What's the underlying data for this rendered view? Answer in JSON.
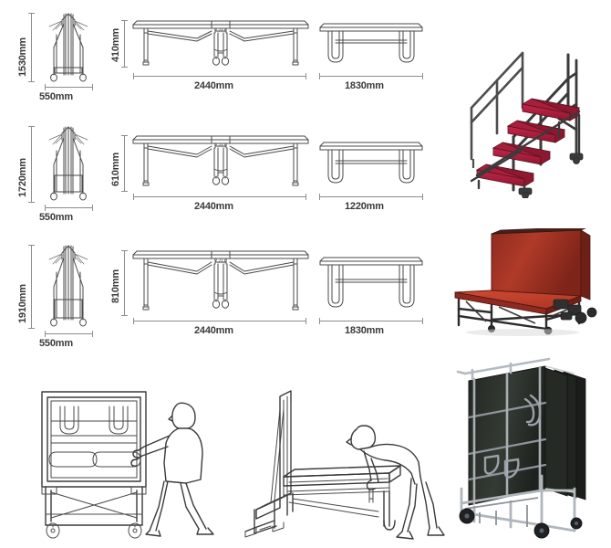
{
  "document": {
    "title": "Folding Stage Platform Specification Sheet",
    "background_color": "#ffffff",
    "line_color": "#4a4a4a",
    "dimension_text_color": "#3a3a3a",
    "accent_red": "#b5232b",
    "platform_red": "#c0392b",
    "metal_dark": "#4a4a4a"
  },
  "spec_rows": [
    {
      "row_label": "row-1",
      "trolley_height": "1530mm",
      "trolley_width": "550mm",
      "table_height": "410mm",
      "table_length": "2440mm",
      "table_width": "1830mm"
    },
    {
      "row_label": "row-2",
      "trolley_height": "1720mm",
      "trolley_width": "550mm",
      "table_height": "610mm",
      "table_length": "2440mm",
      "table_width": "1220mm"
    },
    {
      "row_label": "row-3",
      "trolley_height": "1910mm",
      "trolley_width": "550mm",
      "table_height": "810mm",
      "table_length": "2440mm",
      "table_width": "1830mm"
    }
  ],
  "photos": [
    {
      "name": "access-stairs",
      "description": "Four-step access staircase with handrails and red carpeted treads",
      "tread_count": 4,
      "tread_color": "#a81f3c",
      "frame_color": "#3d3d3d"
    },
    {
      "name": "folding-stage-platform",
      "description": "Red carpeted folding stage platform, half folded",
      "deck_color": "#c0392b",
      "panel_color": "#a93226",
      "frame_color": "#2f2f2f"
    },
    {
      "name": "folded-units-on-trolley",
      "description": "Folded stage units stacked vertically on a wheeled storage trolley",
      "deck_color": "#2b2f2b",
      "frame_color": "#9aa0a6"
    }
  ],
  "illustrations": [
    {
      "name": "operator-pushing-trolley",
      "description": "Line drawing of operator pushing folded stage unit on castor trolley"
    },
    {
      "name": "operator-unfolding-platform",
      "description": "Line drawing of operator unfolding stage platform deck from trolley"
    }
  ]
}
